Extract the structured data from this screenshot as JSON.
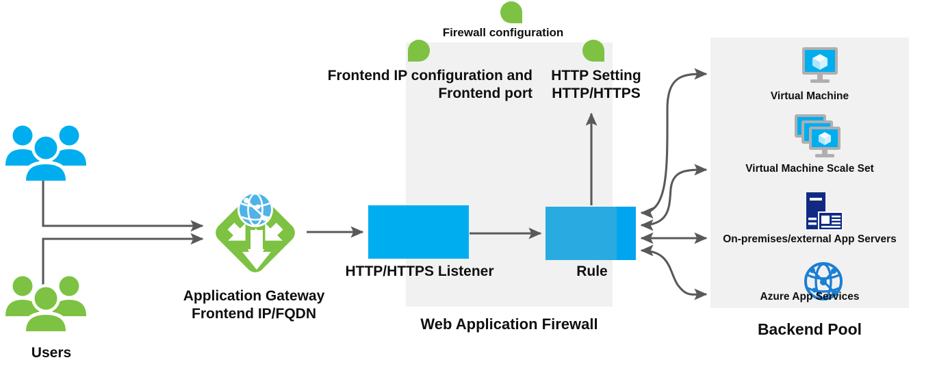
{
  "diagram": {
    "title": "Azure Application Gateway request flow",
    "colors": {
      "accent_green": "#7DC242",
      "accent_blue": "#00AEEF",
      "rule_blue": "#29ABE2",
      "rule_strip_blue": "#00A4EF",
      "panel_gray": "#f1f1f1",
      "connector_gray": "#58595B",
      "navy": "#102A83",
      "globe_blue": "#1B7FD4"
    }
  },
  "users": {
    "label": "Users",
    "groups": [
      {
        "id": "users-blue",
        "icon": "users-group-icon",
        "color": "#00AEEF"
      },
      {
        "id": "users-green",
        "icon": "users-group-icon",
        "color": "#7DC242"
      }
    ]
  },
  "gateway": {
    "icon": "application-gateway-icon",
    "label_line1": "Application Gateway",
    "label_line2": "Frontend IP/FQDN",
    "label": "Application Gateway\nFrontend IP/FQDN"
  },
  "waf": {
    "label": "Web Application Firewall",
    "firewall_config_label": "Firewall configuration",
    "listener": {
      "label": "HTTP/HTTPS Listener",
      "color": "#00AEEF"
    },
    "rule": {
      "label": "Rule",
      "color": "#29ABE2",
      "strip_color": "#00A4EF"
    },
    "frontend_callout": {
      "label_line1": "Frontend IP configuration and",
      "label_line2": "Frontend port",
      "label": "Frontend IP configuration and\nFrontend port",
      "pin": "callout-pin-icon"
    },
    "http_setting_callout": {
      "label_line1": "HTTP Setting",
      "label_line2": "HTTP/HTTPS",
      "label": "HTTP Setting\nHTTP/HTTPS",
      "pin": "callout-pin-icon"
    }
  },
  "backend_pool": {
    "label": "Backend Pool",
    "targets": [
      {
        "label": "Virtual Machine",
        "icon": "virtual-machine-icon"
      },
      {
        "label": "Virtual Machine Scale Set",
        "icon": "vm-scale-set-icon"
      },
      {
        "label": "On-premises/external App Servers",
        "icon": "app-server-icon"
      },
      {
        "label": "Azure App Services",
        "icon": "azure-app-services-icon"
      }
    ]
  },
  "connectors": [
    {
      "from": "users-blue",
      "to": "gateway",
      "style": "elbow-arrow"
    },
    {
      "from": "users-green",
      "to": "gateway",
      "style": "elbow-arrow"
    },
    {
      "from": "gateway",
      "to": "listener",
      "style": "straight-arrow"
    },
    {
      "from": "listener",
      "to": "rule",
      "style": "straight-arrow"
    },
    {
      "from": "rule",
      "to": "http-setting",
      "style": "up-arrow"
    },
    {
      "from": "rule",
      "to": "virtual-machine",
      "style": "curved-double-arrow"
    },
    {
      "from": "rule",
      "to": "vm-scale-set",
      "style": "curved-double-arrow"
    },
    {
      "from": "rule",
      "to": "app-servers",
      "style": "straight-double-arrow"
    },
    {
      "from": "rule",
      "to": "azure-app-services",
      "style": "curved-double-arrow"
    }
  ]
}
